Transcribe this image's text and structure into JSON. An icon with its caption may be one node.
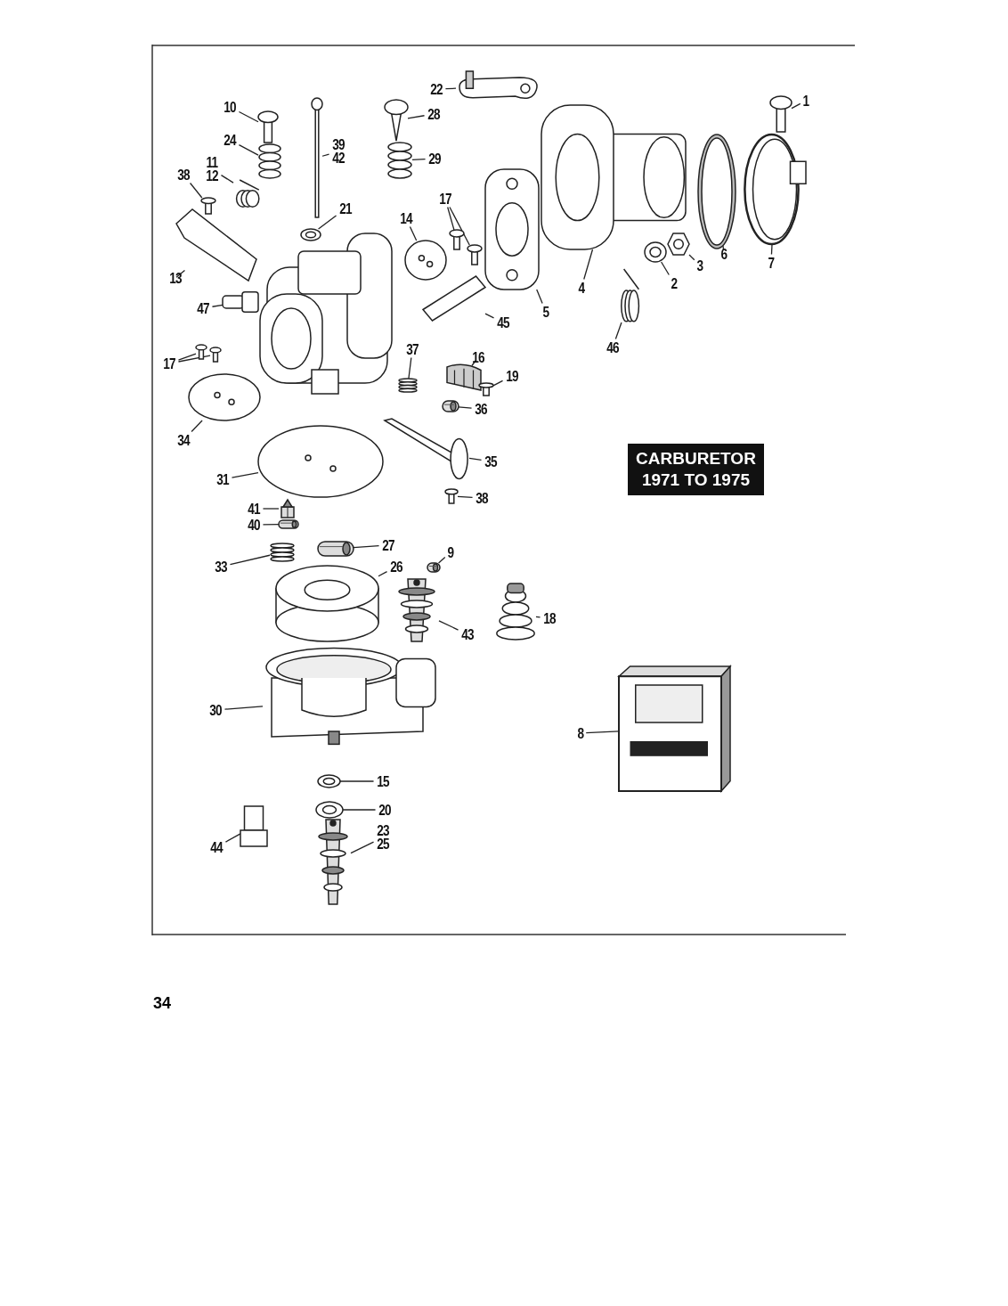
{
  "diagram": {
    "title": "CARBURETOR 1971 TO 1975",
    "nodes": [
      {
        "text": [
          "1"
        ]
      },
      {
        "text": [],
        "shape": "picture"
      },
      {
        "text": [
          "22"
        ]
      },
      {
        "text": [],
        "shape": "picture"
      },
      {
        "text": [
          "10"
        ]
      },
      {
        "text": [],
        "shape": "picture"
      },
      {
        "text": [
          "28"
        ]
      },
      {
        "text": [],
        "shape": "picture"
      },
      {
        "text": [
          "24"
        ]
      },
      {
        "text": [],
        "shape": "picture"
      },
      {
        "text": [
          "39",
          "42"
        ]
      },
      {
        "text": [],
        "shape": "picture"
      },
      {
        "text": [
          "29"
        ]
      },
      {
        "text": [],
        "shape": "picture"
      },
      {
        "text": [
          "11",
          "12"
        ]
      },
      {
        "text": [],
        "shape": "picture"
      },
      {
        "text": [
          "38"
        ]
      },
      {
        "text": [],
        "shape": "picture"
      },
      {
        "text": [
          "17"
        ]
      },
      {
        "text": [],
        "shape": "picture"
      },
      {
        "text": [],
        "shape": "picture"
      },
      {
        "text": [
          "21"
        ]
      },
      {
        "text": [],
        "shape": "picture"
      },
      {
        "text": [
          "14"
        ]
      },
      {
        "text": [],
        "shape": "picture"
      },
      {
        "text": [
          "13"
        ]
      },
      {
        "text": [],
        "shape": "picture"
      },
      {
        "text": [
          "47"
        ]
      },
      {
        "text": [],
        "shape": "picture"
      },
      {
        "text": [
          "45"
        ]
      },
      {
        "text": [],
        "shape": "picture"
      },
      {
        "text": [
          "5"
        ]
      },
      {
        "text": [],
        "shape": "picture"
      },
      {
        "text": [
          "4"
        ]
      },
      {
        "text": [],
        "shape": "picture"
      },
      {
        "text": [
          "46"
        ]
      },
      {
        "text": [],
        "shape": "picture"
      },
      {
        "text": [
          "2"
        ]
      },
      {
        "text": [],
        "shape": "picture"
      },
      {
        "text": [
          "3"
        ]
      },
      {
        "text": [],
        "shape": "picture"
      },
      {
        "text": [
          "6"
        ]
      },
      {
        "text": [],
        "shape": "picture"
      },
      {
        "text": [
          "7"
        ]
      },
      {
        "text": [],
        "shape": "picture"
      },
      {
        "text": [
          "17"
        ]
      },
      {
        "text": [],
        "shape": "picture"
      },
      {
        "text": [],
        "shape": "picture"
      },
      {
        "text": [
          "37"
        ]
      },
      {
        "text": [],
        "shape": "picture"
      },
      {
        "text": [
          "16"
        ]
      },
      {
        "text": [],
        "shape": "picture"
      },
      {
        "text": [
          "19"
        ]
      },
      {
        "text": [],
        "shape": "picture"
      },
      {
        "text": [
          "36"
        ]
      },
      {
        "text": [],
        "shape": "picture"
      },
      {
        "text": [
          "34"
        ]
      },
      {
        "text": [],
        "shape": "picture"
      },
      {
        "text": [
          "35"
        ]
      },
      {
        "text": [],
        "shape": "picture"
      },
      {
        "text": [
          "31"
        ]
      },
      {
        "text": [],
        "shape": "picture"
      },
      {
        "text": [
          "38"
        ]
      },
      {
        "text": [],
        "shape": "picture"
      },
      {
        "text": [
          "41"
        ]
      },
      {
        "text": [],
        "shape": "picture"
      },
      {
        "text": [
          "40"
        ]
      },
      {
        "text": [],
        "shape": "picture"
      },
      {
        "text": [
          "27"
        ]
      },
      {
        "text": [],
        "shape": "picture"
      },
      {
        "text": [
          "33"
        ]
      },
      {
        "text": [],
        "shape": "picture"
      },
      {
        "text": [
          "26"
        ]
      },
      {
        "text": [],
        "shape": "picture"
      },
      {
        "text": [
          "9"
        ]
      },
      {
        "text": [],
        "shape": "picture"
      },
      {
        "text": [
          "43"
        ]
      },
      {
        "text": [],
        "shape": "picture"
      },
      {
        "text": [
          "18"
        ]
      },
      {
        "text": [],
        "shape": "picture"
      },
      {
        "text": [
          "30"
        ]
      },
      {
        "text": [],
        "shape": "picture"
      },
      {
        "text": [
          "8"
        ]
      },
      {
        "text": [],
        "shape": "picture"
      },
      {
        "text": [
          "15"
        ]
      },
      {
        "text": [],
        "shape": "picture"
      },
      {
        "text": [
          "20"
        ]
      },
      {
        "text": [],
        "shape": "picture"
      },
      {
        "text": [
          "44"
        ]
      },
      {
        "text": [],
        "shape": "picture"
      },
      {
        "text": [
          "23",
          "25"
        ]
      },
      {
        "text": [],
        "shape": "picture"
      }
    ],
    "edges": [
      {
        "from": 0,
        "to": 1,
        "arrow": "none"
      },
      {
        "from": 2,
        "to": 3,
        "arrow": "none"
      },
      {
        "from": 4,
        "to": 5,
        "arrow": "none"
      },
      {
        "from": 6,
        "to": 7,
        "arrow": "none"
      },
      {
        "from": 8,
        "to": 9,
        "arrow": "none"
      },
      {
        "from": 10,
        "to": 11,
        "arrow": "none"
      },
      {
        "from": 12,
        "to": 13,
        "arrow": "none"
      },
      {
        "from": 14,
        "to": 15,
        "arrow": "none"
      },
      {
        "from": 16,
        "to": 17,
        "arrow": "none"
      },
      {
        "from": 18,
        "to": 19,
        "arrow": "none"
      },
      {
        "from": 18,
        "to": 20,
        "arrow": "none"
      },
      {
        "from": 21,
        "to": 22,
        "arrow": "none"
      },
      {
        "from": 23,
        "to": 24,
        "arrow": "none"
      },
      {
        "from": 25,
        "to": 26,
        "arrow": "none"
      },
      {
        "from": 27,
        "to": 28,
        "arrow": "none"
      },
      {
        "from": 29,
        "to": 30,
        "arrow": "none"
      },
      {
        "from": 31,
        "to": 32,
        "arrow": "none"
      },
      {
        "from": 33,
        "to": 34,
        "arrow": "none"
      },
      {
        "from": 35,
        "to": 36,
        "arrow": "none"
      },
      {
        "from": 37,
        "to": 38,
        "arrow": "none"
      },
      {
        "from": 39,
        "to": 40,
        "arrow": "none"
      },
      {
        "from": 41,
        "to": 42,
        "arrow": "none"
      },
      {
        "from": 43,
        "to": 44,
        "arrow": "none"
      },
      {
        "from": 45,
        "to": 46,
        "arrow": "none"
      },
      {
        "from": 45,
        "to": 47,
        "arrow": "none"
      },
      {
        "from": 48,
        "to": 49,
        "arrow": "none"
      },
      {
        "from": 50,
        "to": 51,
        "arrow": "none"
      },
      {
        "from": 52,
        "to": 53,
        "arrow": "none"
      },
      {
        "from": 54,
        "to": 55,
        "arrow": "none"
      },
      {
        "from": 56,
        "to": 57,
        "arrow": "none"
      },
      {
        "from": 58,
        "to": 59,
        "arrow": "none"
      },
      {
        "from": 60,
        "to": 61,
        "arrow": "none"
      },
      {
        "from": 62,
        "to": 63,
        "arrow": "none"
      },
      {
        "from": 64,
        "to": 65,
        "arrow": "none"
      },
      {
        "from": 66,
        "to": 67,
        "arrow": "none"
      },
      {
        "from": 68,
        "to": 69,
        "arrow": "none"
      },
      {
        "from": 70,
        "to": 71,
        "arrow": "none"
      },
      {
        "from": 72,
        "to": 73,
        "arrow": "none"
      },
      {
        "from": 74,
        "to": 75,
        "arrow": "none"
      },
      {
        "from": 76,
        "to": 77,
        "arrow": "none"
      },
      {
        "from": 78,
        "to": 79,
        "arrow": "none"
      },
      {
        "from": 80,
        "to": 81,
        "arrow": "none"
      },
      {
        "from": 82,
        "to": 83,
        "arrow": "none"
      },
      {
        "from": 84,
        "to": 85,
        "arrow": "none"
      },
      {
        "from": 86,
        "to": 87,
        "arrow": "none"
      },
      {
        "from": 88,
        "to": 89,
        "arrow": "none"
      },
      {
        "from": 90,
        "to": 91,
        "arrow": "none"
      }
    ],
    "labels": [
      "34"
    ]
  }
}
